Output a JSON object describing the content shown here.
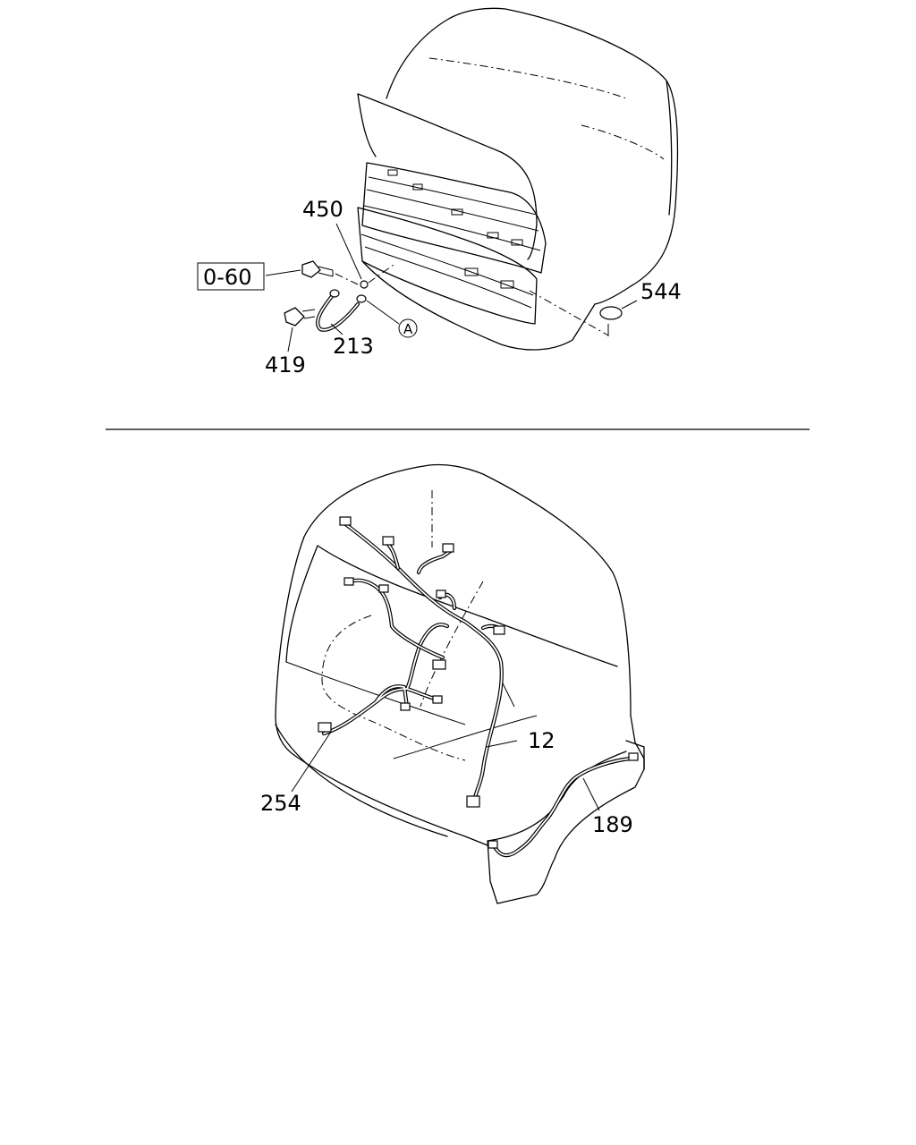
{
  "callouts": {
    "c450": "450",
    "c060": "0-60",
    "c544": "544",
    "c419": "419",
    "c213": "213",
    "cA": "A",
    "c12": "12",
    "c254": "254",
    "c189": "189"
  },
  "icons": {
    "ref_box": "boxed-reference-icon",
    "circle_ref": "circled-letter-icon"
  }
}
